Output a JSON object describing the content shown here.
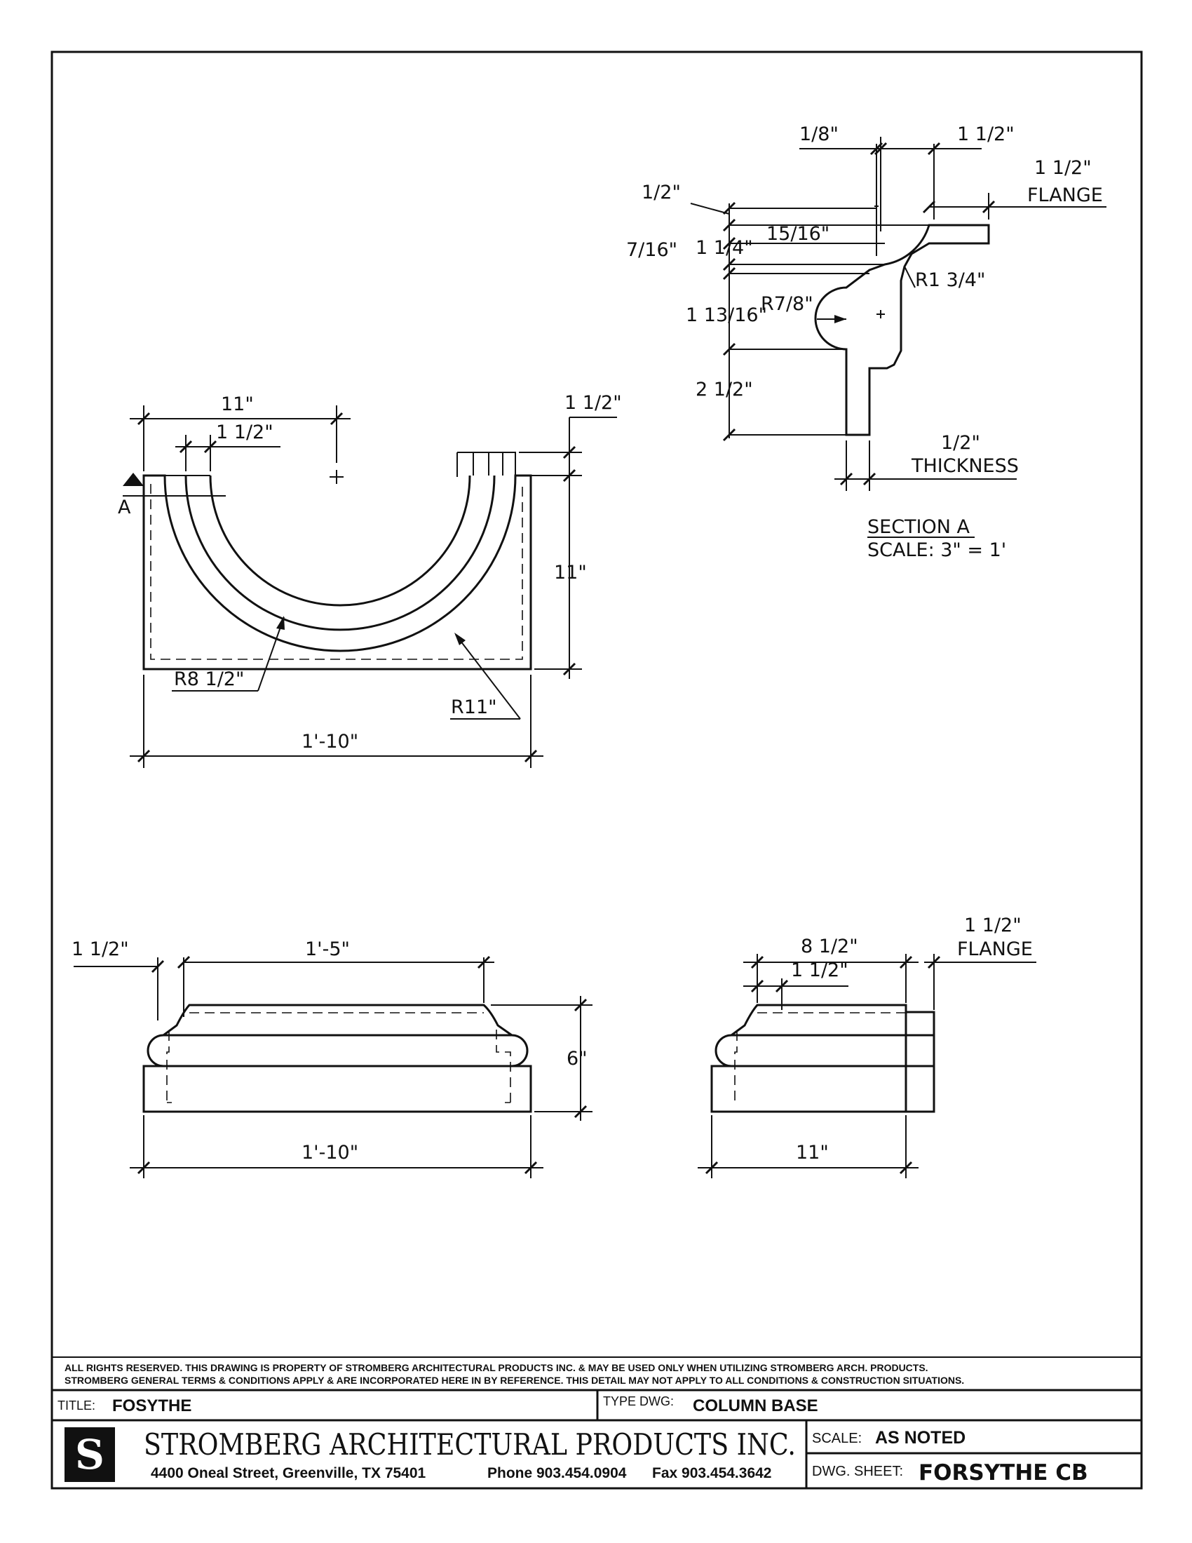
{
  "plan_view": {
    "dims": [
      "11\"",
      "1 1/2\"",
      "1 1/2\"",
      "11\"",
      "R8 1/2\"",
      "R11\"",
      "1'-10\""
    ],
    "section_marker": "A"
  },
  "section_a": {
    "dims": [
      "1/8\"",
      "1 1/2\"",
      "1 1/2\"",
      "FLANGE",
      "1/2\"",
      "7/16\"",
      "1 1/4\"",
      "15/16\"",
      "R1 3/4\"",
      "R7/8\"",
      "1 13/16\"",
      "2 1/2\"",
      "1/2\"",
      "THICKNESS"
    ],
    "title": "SECTION A",
    "scale": "SCALE:  3\" = 1'"
  },
  "front_view": {
    "dims": [
      "1 1/2\"",
      "1'-5\"",
      "6\"",
      "1'-10\""
    ]
  },
  "side_view": {
    "dims": [
      "8 1/2\"",
      "1 1/2\"",
      "1 1/2\"",
      "FLANGE",
      "11\""
    ]
  },
  "title_block": {
    "notice_line1": "ALL RIGHTS RESERVED. THIS DRAWING IS PROPERTY OF STROMBERG ARCHITECTURAL PRODUCTS INC. & MAY BE USED ONLY WHEN UTILIZING STROMBERG ARCH. PRODUCTS.",
    "notice_line2": "STROMBERG GENERAL TERMS & CONDITIONS APPLY & ARE INCORPORATED HERE IN BY REFERENCE. THIS DETAIL MAY NOT APPLY TO ALL CONDITIONS & CONSTRUCTION SITUATIONS.",
    "title_label": "TITLE:",
    "title_value": "FOSYTHE",
    "type_label": "TYPE DWG:",
    "type_value": "COLUMN BASE",
    "company": "STROMBERG ARCHITECTURAL PRODUCTS INC.",
    "address": "4400 Oneal Street, Greenville, TX  75401",
    "phone": "Phone 903.454.0904",
    "fax": "Fax 903.454.3642",
    "scale_label": "SCALE:",
    "scale_value": "AS NOTED",
    "sheet_label": "DWG. SHEET:",
    "sheet_value": "FORSYTHE CB",
    "logo_letter": "S"
  }
}
